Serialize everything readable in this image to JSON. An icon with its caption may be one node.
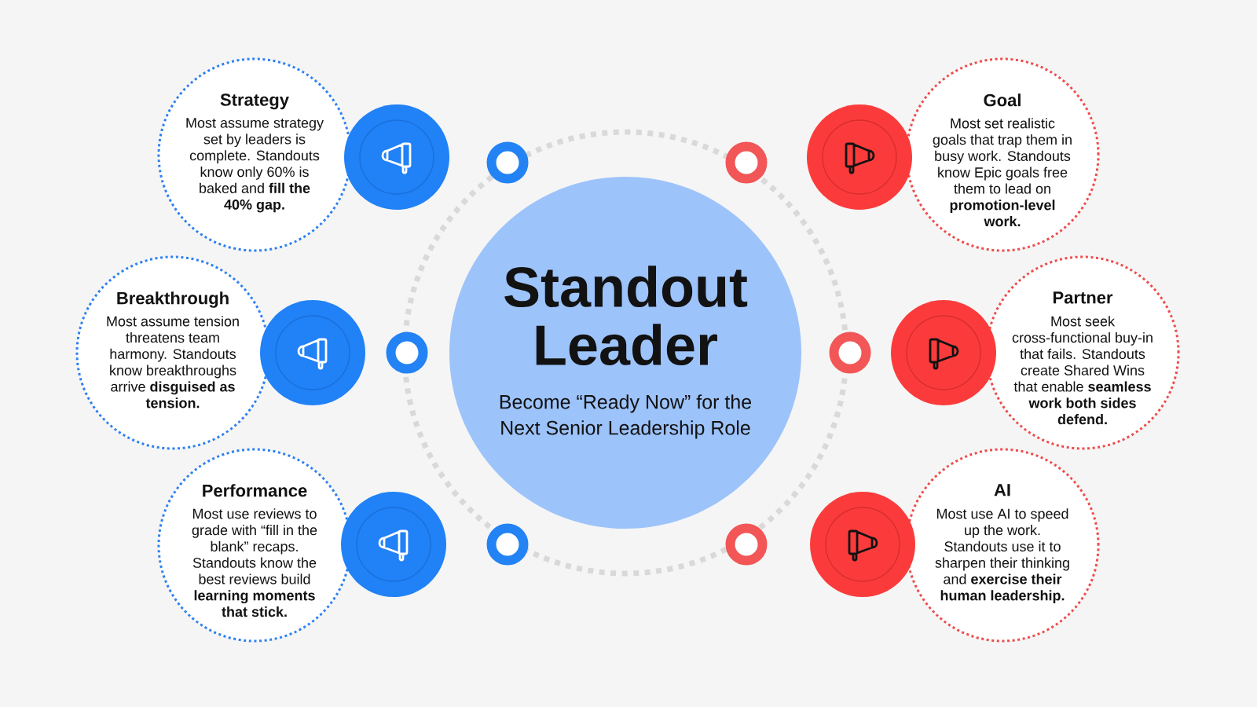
{
  "diagram": {
    "nodes": [
      {
        "text": [
          "Standout Leader",
          "Become “Ready Now” for the Next Senior Leadership Role"
        ]
      },
      {
        "text": [
          "Strategy",
          "Most assume strategy set by leaders is complete. Standouts know only 60% is baked and **fill the 40% gap.**"
        ]
      },
      {
        "text": [
          "Breakthrough",
          "Most assume tension threatens team harmony. Standouts know breakthroughs arrive **disguised as tension.**"
        ]
      },
      {
        "text": [
          "Performance",
          "Most use reviews to grade with “fill in the blank” recaps. Standouts know the best reviews build **learning moments that stick.**"
        ]
      },
      {
        "text": [
          "Goal",
          "Most set realistic goals that trap them in busy work. Standouts know Epic goals free them to lead on **promotion-level work.**"
        ]
      },
      {
        "text": [
          "Partner",
          "Most seek cross-functional buy-in that fails. Standouts create Shared Wins that enable **seamless work both sides defend.**"
        ]
      },
      {
        "text": [
          "AI",
          "Most use AI to speed up the work. Standouts use it to sharpen their thinking and **exercise their human leadership.**"
        ]
      }
    ]
  }
}
